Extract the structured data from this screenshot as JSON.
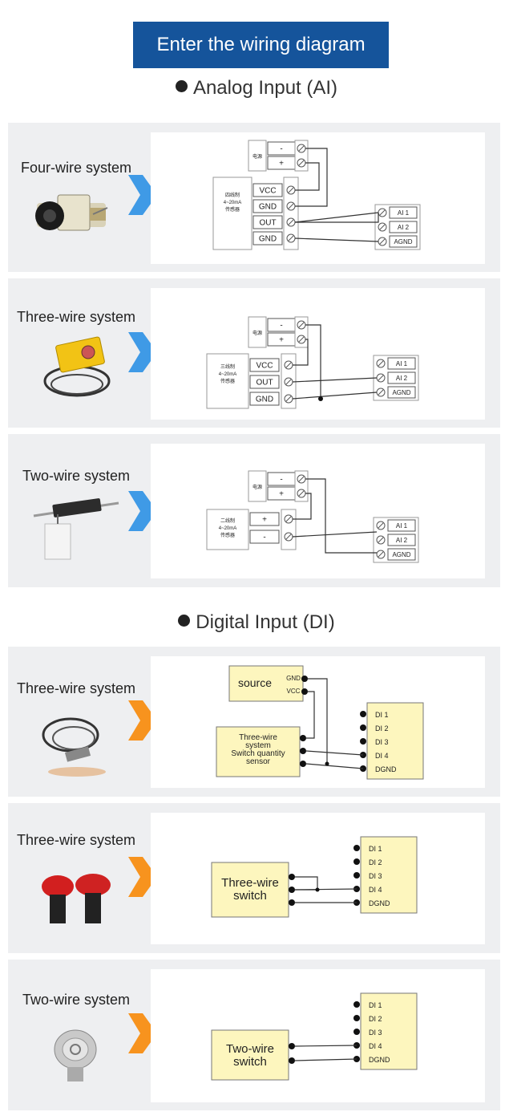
{
  "header": {
    "title": "Enter the wiring diagram"
  },
  "analog": {
    "title": "Analog Input (AI)",
    "rows": [
      {
        "label": "Four-wire system"
      },
      {
        "label": "Three-wire system"
      },
      {
        "label": "Two-wire system"
      }
    ],
    "power_label": "电源",
    "minus": "-",
    "plus": "+",
    "sensor4_lines": [
      "四线制",
      "4~20mA",
      "传感器"
    ],
    "sensor3_lines": [
      "三线制",
      "4~20mA",
      "传感器"
    ],
    "sensor2_lines": [
      "二线制",
      "4~20mA",
      "传感器"
    ],
    "t_vcc": "VCC",
    "t_gnd": "GND",
    "t_out": "OUT",
    "ai1": "AI 1",
    "ai2": "AI 2",
    "agnd": "AGND",
    "arrow_color": "#3f9ae6"
  },
  "digital": {
    "title": "Digital Input (DI)",
    "rows": [
      {
        "label": "Three-wire system"
      },
      {
        "label": "Three-wire system"
      },
      {
        "label": "Two-wire system"
      }
    ],
    "source_label": "source",
    "src_gnd": "GND",
    "src_vcc": "VCC",
    "sensor_lines": [
      "Three-wire",
      "system",
      "Switch quantity",
      "sensor"
    ],
    "switch3_lines": [
      "Three-wire",
      "switch"
    ],
    "switch2_lines": [
      "Two-wire",
      "switch"
    ],
    "di": [
      "DI 1",
      "DI 2",
      "DI 3",
      "DI 4",
      "DGND"
    ],
    "arrow_color": "#f7931e",
    "box_color": "#fdf6be"
  }
}
